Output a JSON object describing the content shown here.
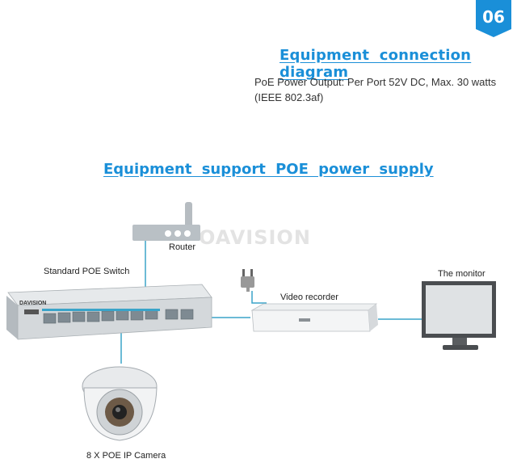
{
  "badge": {
    "number": "06",
    "color": "#1a8fd8"
  },
  "heading": {
    "title": "Equipment connection diagram"
  },
  "spec": {
    "line1": "PoE Power Output: Per Port 52V DC, Max. 30 watts",
    "line2": "(IEEE 802.3af)"
  },
  "section": {
    "title": "Equipment support POE power supply"
  },
  "watermark": {
    "text": "OAVISION"
  },
  "devices": {
    "router": {
      "label": "Router",
      "icon": "router-icon"
    },
    "switch": {
      "label": "Standard POE Switch",
      "brand": "DAVISION",
      "icon": "poe-switch-icon"
    },
    "recorder": {
      "label": "Video recorder",
      "icon": "nvr-icon"
    },
    "monitor": {
      "label": "The monitor",
      "icon": "monitor-icon"
    },
    "camera": {
      "label": "8 X POE IP Camera",
      "icon": "dome-camera-icon"
    },
    "plug": {
      "icon": "power-plug-icon"
    }
  },
  "colors": {
    "accent": "#1a8fd8",
    "cable": "#3aa4c9",
    "device_gray": "#cfd3d6"
  }
}
